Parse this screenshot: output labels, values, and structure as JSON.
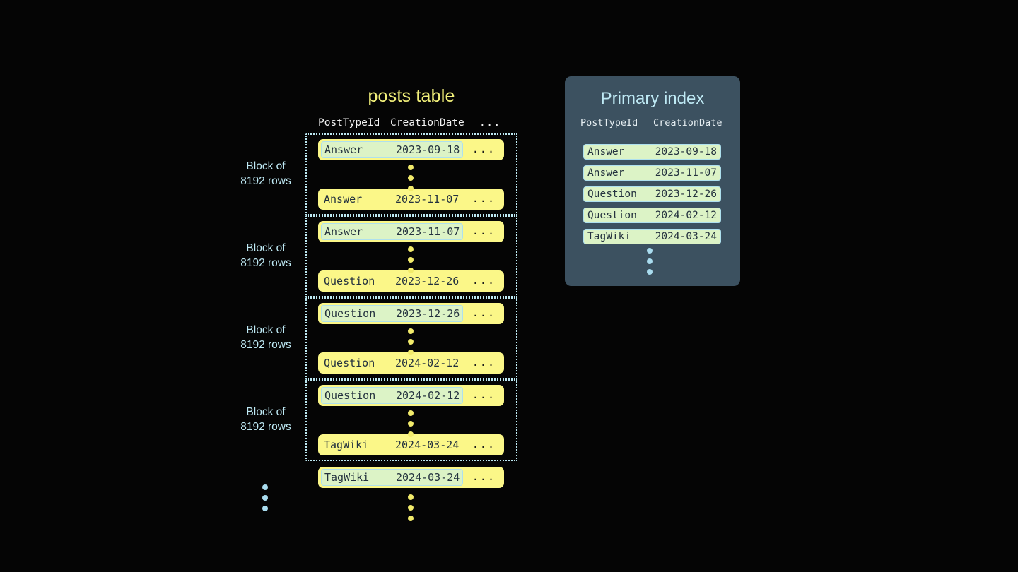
{
  "posts_table": {
    "title": "posts table",
    "columns": {
      "post_type_id": "PostTypeId",
      "creation_date": "CreationDate",
      "ellipsis": "..."
    },
    "block_label": "Block of\n8192 rows",
    "block_label_line1": "Block of",
    "block_label_line2": "8192 rows",
    "rows": [
      {
        "post_type_id": "Answer",
        "creation_date": "2023-09-18",
        "ellipsis": "...",
        "highlighted": true
      },
      {
        "post_type_id": "Answer",
        "creation_date": "2023-11-07",
        "ellipsis": "...",
        "highlighted": false
      },
      {
        "post_type_id": "Answer",
        "creation_date": "2023-11-07",
        "ellipsis": "...",
        "highlighted": true
      },
      {
        "post_type_id": "Question",
        "creation_date": "2023-12-26",
        "ellipsis": "...",
        "highlighted": false
      },
      {
        "post_type_id": "Question",
        "creation_date": "2023-12-26",
        "ellipsis": "...",
        "highlighted": true
      },
      {
        "post_type_id": "Question",
        "creation_date": "2024-02-12",
        "ellipsis": "...",
        "highlighted": false
      },
      {
        "post_type_id": "Question",
        "creation_date": "2024-02-12",
        "ellipsis": "...",
        "highlighted": true
      },
      {
        "post_type_id": "TagWiki",
        "creation_date": "2024-03-24",
        "ellipsis": "...",
        "highlighted": false
      },
      {
        "post_type_id": "TagWiki",
        "creation_date": "2024-03-24",
        "ellipsis": "...",
        "highlighted": true
      }
    ],
    "block_count": 4
  },
  "primary_index": {
    "title": "Primary index",
    "columns": {
      "post_type_id": "PostTypeId",
      "creation_date": "CreationDate"
    },
    "rows": [
      {
        "post_type_id": "Answer",
        "creation_date": "2023-09-18"
      },
      {
        "post_type_id": "Answer",
        "creation_date": "2023-11-07"
      },
      {
        "post_type_id": "Question",
        "creation_date": "2023-12-26"
      },
      {
        "post_type_id": "Question",
        "creation_date": "2024-02-12"
      },
      {
        "post_type_id": "TagWiki",
        "creation_date": "2024-03-24"
      }
    ]
  },
  "colors": {
    "background": "#050505",
    "row_yellow": "#fbf788",
    "highlight_green": "#dcf3c6",
    "highlight_border": "#aee0ee",
    "block_border": "#bde8f2",
    "title_yellow": "#f2f07a",
    "label_blue": "#bfeaf5",
    "panel_slate": "#3c5160",
    "text_dark": "#24323f",
    "dot_yellow": "#f2eb6b",
    "dot_blue": "#a9dcef"
  }
}
